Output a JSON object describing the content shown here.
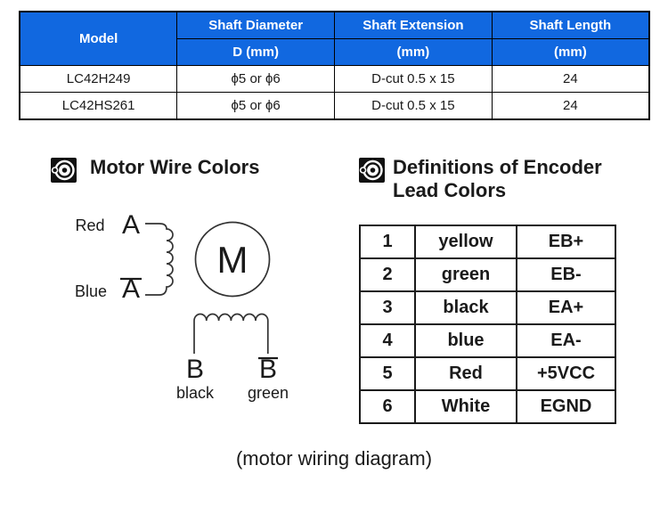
{
  "spec_table": {
    "header_bg": "#1168E0",
    "header_text_color": "#FFFFFF",
    "border_color": "#000000",
    "headers": {
      "model": "Model",
      "shaft_diameter_line1": "Shaft Diameter",
      "shaft_diameter_line2": "D (mm)",
      "shaft_extension_line1": "Shaft Extension",
      "shaft_extension_line2": "(mm)",
      "shaft_length_line1": "Shaft Length",
      "shaft_length_line2": "(mm)"
    },
    "rows": [
      {
        "model": "LC42H249",
        "diameter": "ϕ5 or ϕ6",
        "extension": "D-cut 0.5 x 15",
        "length": "24"
      },
      {
        "model": "LC42HS261",
        "diameter": "ϕ5 or ϕ6",
        "extension": "D-cut 0.5 x 15",
        "length": "24"
      }
    ]
  },
  "motor_wire_section": {
    "title": "Motor Wire Colors",
    "diagram": {
      "phase_a_color": "Red",
      "phase_a_label": "A",
      "phase_a_bar_color": "Blue",
      "phase_a_bar_label": "A",
      "motor_symbol": "M",
      "phase_b_label": "B",
      "phase_b_bar_label": "B",
      "phase_b_color": "black",
      "phase_b_bar_color": "green"
    }
  },
  "encoder_section": {
    "title_line1": "Definitions of Encoder",
    "title_line2": "Lead Colors",
    "table_rows": [
      {
        "pin": "1",
        "color": "yellow",
        "signal": "EB+"
      },
      {
        "pin": "2",
        "color": "green",
        "signal": "EB-"
      },
      {
        "pin": "3",
        "color": "black",
        "signal": "EA+"
      },
      {
        "pin": "4",
        "color": "blue",
        "signal": "EA-"
      },
      {
        "pin": "5",
        "color": "Red",
        "signal": "+5VCC"
      },
      {
        "pin": "6",
        "color": "White",
        "signal": "EGND"
      }
    ]
  },
  "caption": "(motor wiring diagram)"
}
